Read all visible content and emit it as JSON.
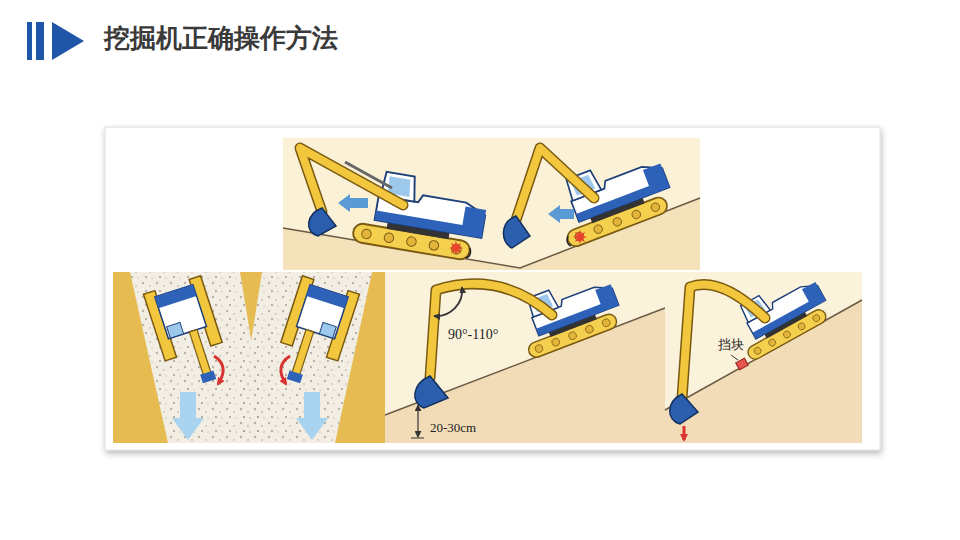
{
  "diagram": {
    "title": "挖掘机正确操作方法",
    "labels": [
      "90°-110°",
      "20-30cm",
      "挡块"
    ]
  }
}
